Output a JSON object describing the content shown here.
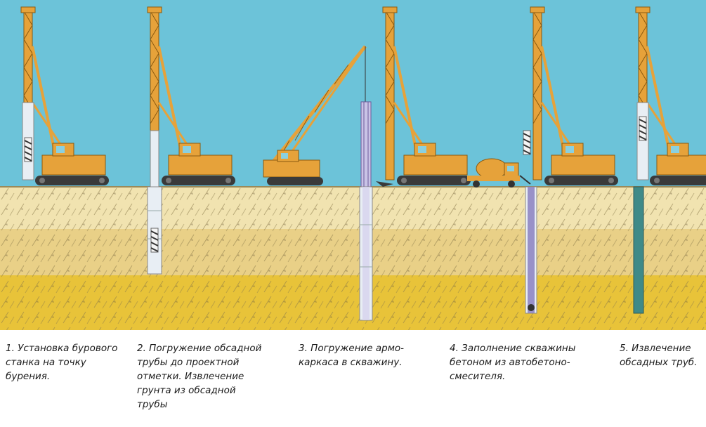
{
  "colors": {
    "sky": "#6cc3d9",
    "soil_top": "#f1e3b0",
    "soil_mid": "#e9d087",
    "soil_low": "#e8c339",
    "soil_hatch": "#8a7a4a",
    "rig": "#e6a23a",
    "rig_dark": "#3a3a3a",
    "casing": "#e8eef4",
    "cage": "#6a5a9a",
    "concrete": "#3f8a88",
    "caption": "#1a1a1a"
  },
  "icons": [
    "drilling-rig-icon",
    "crawler-crane-icon",
    "concrete-mixer-truck-icon",
    "casing-pipe-icon",
    "rebar-cage-icon",
    "auger-icon"
  ],
  "captions": [
    {
      "lines": [
        "1. Установка бурового",
        "станка на точку",
        "бурения."
      ]
    },
    {
      "lines": [
        "2. Погружение обсадной",
        "трубы до проектной",
        "отметки. Извлечение",
        "грунта из обсадной",
        "трубы"
      ]
    },
    {
      "lines": [
        "3. Погружение армо-",
        "каркаса в скважину."
      ]
    },
    {
      "lines": [
        "4. Заполнение скважины",
        "бетоном из автобетоно-",
        "смесителя."
      ]
    },
    {
      "lines": [
        "5. Извлечение",
        "обсадных труб."
      ]
    }
  ]
}
